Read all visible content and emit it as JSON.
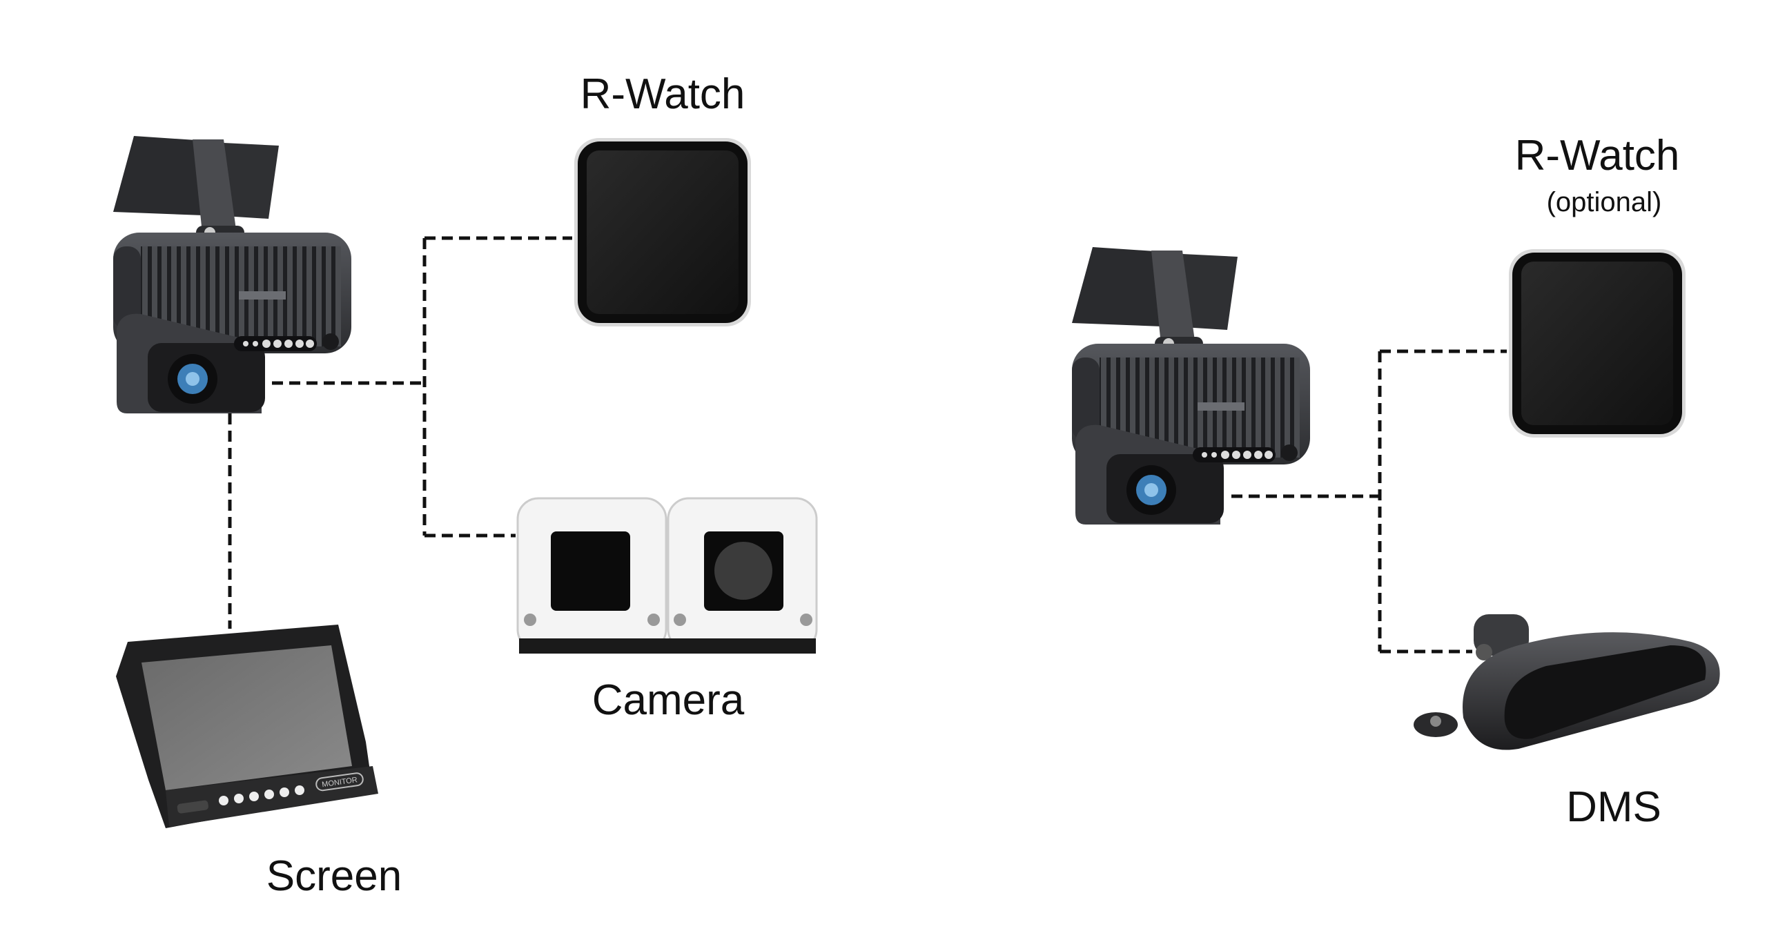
{
  "left_diagram": {
    "watch_label": "R-Watch",
    "camera_label": "Camera",
    "screen_label": "Screen",
    "monitor_badge": "MONITOR"
  },
  "right_diagram": {
    "watch_label": "R-Watch",
    "watch_note": "(optional)",
    "dms_label": "DMS"
  },
  "colors": {
    "line": "#111111",
    "device_body": "#3a3b3f",
    "watch_screen": "#1c1c1c",
    "camera_housing": "#f2f2f2"
  }
}
